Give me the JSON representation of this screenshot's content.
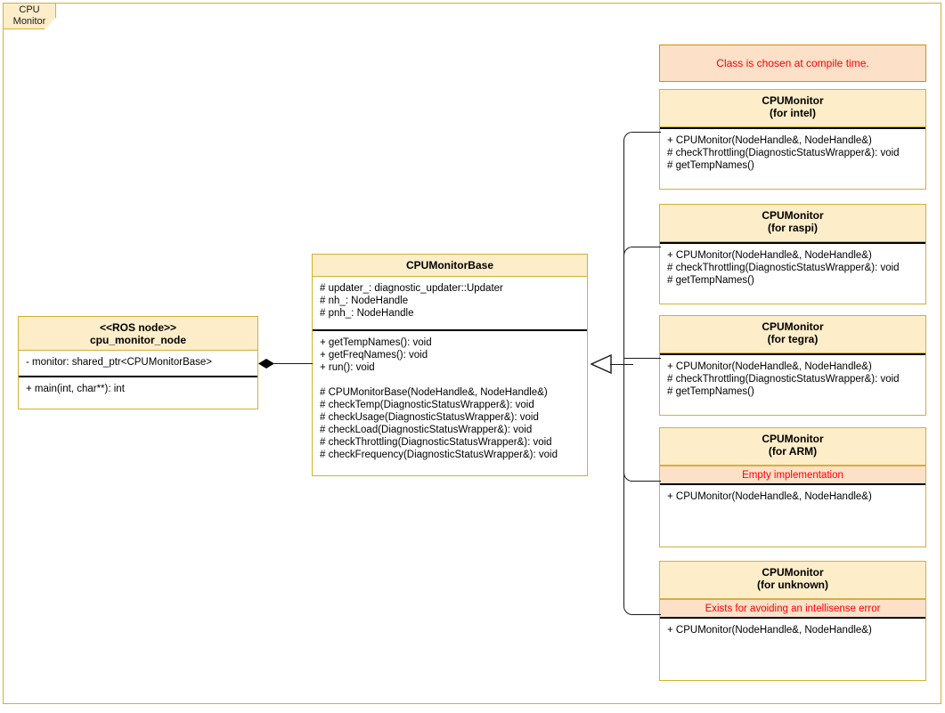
{
  "frame": {
    "tab_label": "CPU\nMonitor"
  },
  "note": {
    "text": "Class is chosen at compile time."
  },
  "ros_node": {
    "title": "<<ROS node>>\ncpu_monitor_node",
    "attributes": "- monitor: shared_ptr<CPUMonitorBase>",
    "operations": "+ main(int, char**): int"
  },
  "base_class": {
    "title": "CPUMonitorBase",
    "attributes": "# updater_: diagnostic_updater::Updater\n# nh_: NodeHandle\n# pnh_: NodeHandle",
    "operations": "+ getTempNames(): void\n+ getFreqNames(): void\n+ run(): void\n\n# CPUMonitorBase(NodeHandle&, NodeHandle&)\n# checkTemp(DiagnosticStatusWrapper&): void\n# checkUsage(DiagnosticStatusWrapper&): void\n# checkLoad(DiagnosticStatusWrapper&): void\n# checkThrottling(DiagnosticStatusWrapper&): void\n# checkFrequency(DiagnosticStatusWrapper&): void"
  },
  "subclasses": [
    {
      "title": "CPUMonitor\n(for intel)",
      "subheader": "",
      "operations": "+ CPUMonitor(NodeHandle&, NodeHandle&)\n# checkThrottling(DiagnosticStatusWrapper&): void\n# getTempNames()"
    },
    {
      "title": "CPUMonitor\n(for raspi)",
      "subheader": "",
      "operations": "+ CPUMonitor(NodeHandle&, NodeHandle&)\n# checkThrottling(DiagnosticStatusWrapper&): void\n# getTempNames()"
    },
    {
      "title": "CPUMonitor\n(for tegra)",
      "subheader": "",
      "operations": "+ CPUMonitor(NodeHandle&, NodeHandle&)\n# checkThrottling(DiagnosticStatusWrapper&): void\n# getTempNames()"
    },
    {
      "title": "CPUMonitor\n(for ARM)",
      "subheader": "Empty implementation",
      "operations": "+ CPUMonitor(NodeHandle&, NodeHandle&)"
    },
    {
      "title": "CPUMonitor\n(for unknown)",
      "subheader": "Exists for avoiding an intellisense error",
      "operations": "+ CPUMonitor(NodeHandle&, NodeHandle&)"
    }
  ],
  "colors": {
    "frame_border": "#d4af37",
    "class_header_fill": "#fdedc9",
    "note_fill": "#fde0c8",
    "note_border": "#d98e04",
    "note_text": "#ff0000",
    "body_fill": "#ffffff",
    "line": "#1a1a1a"
  }
}
